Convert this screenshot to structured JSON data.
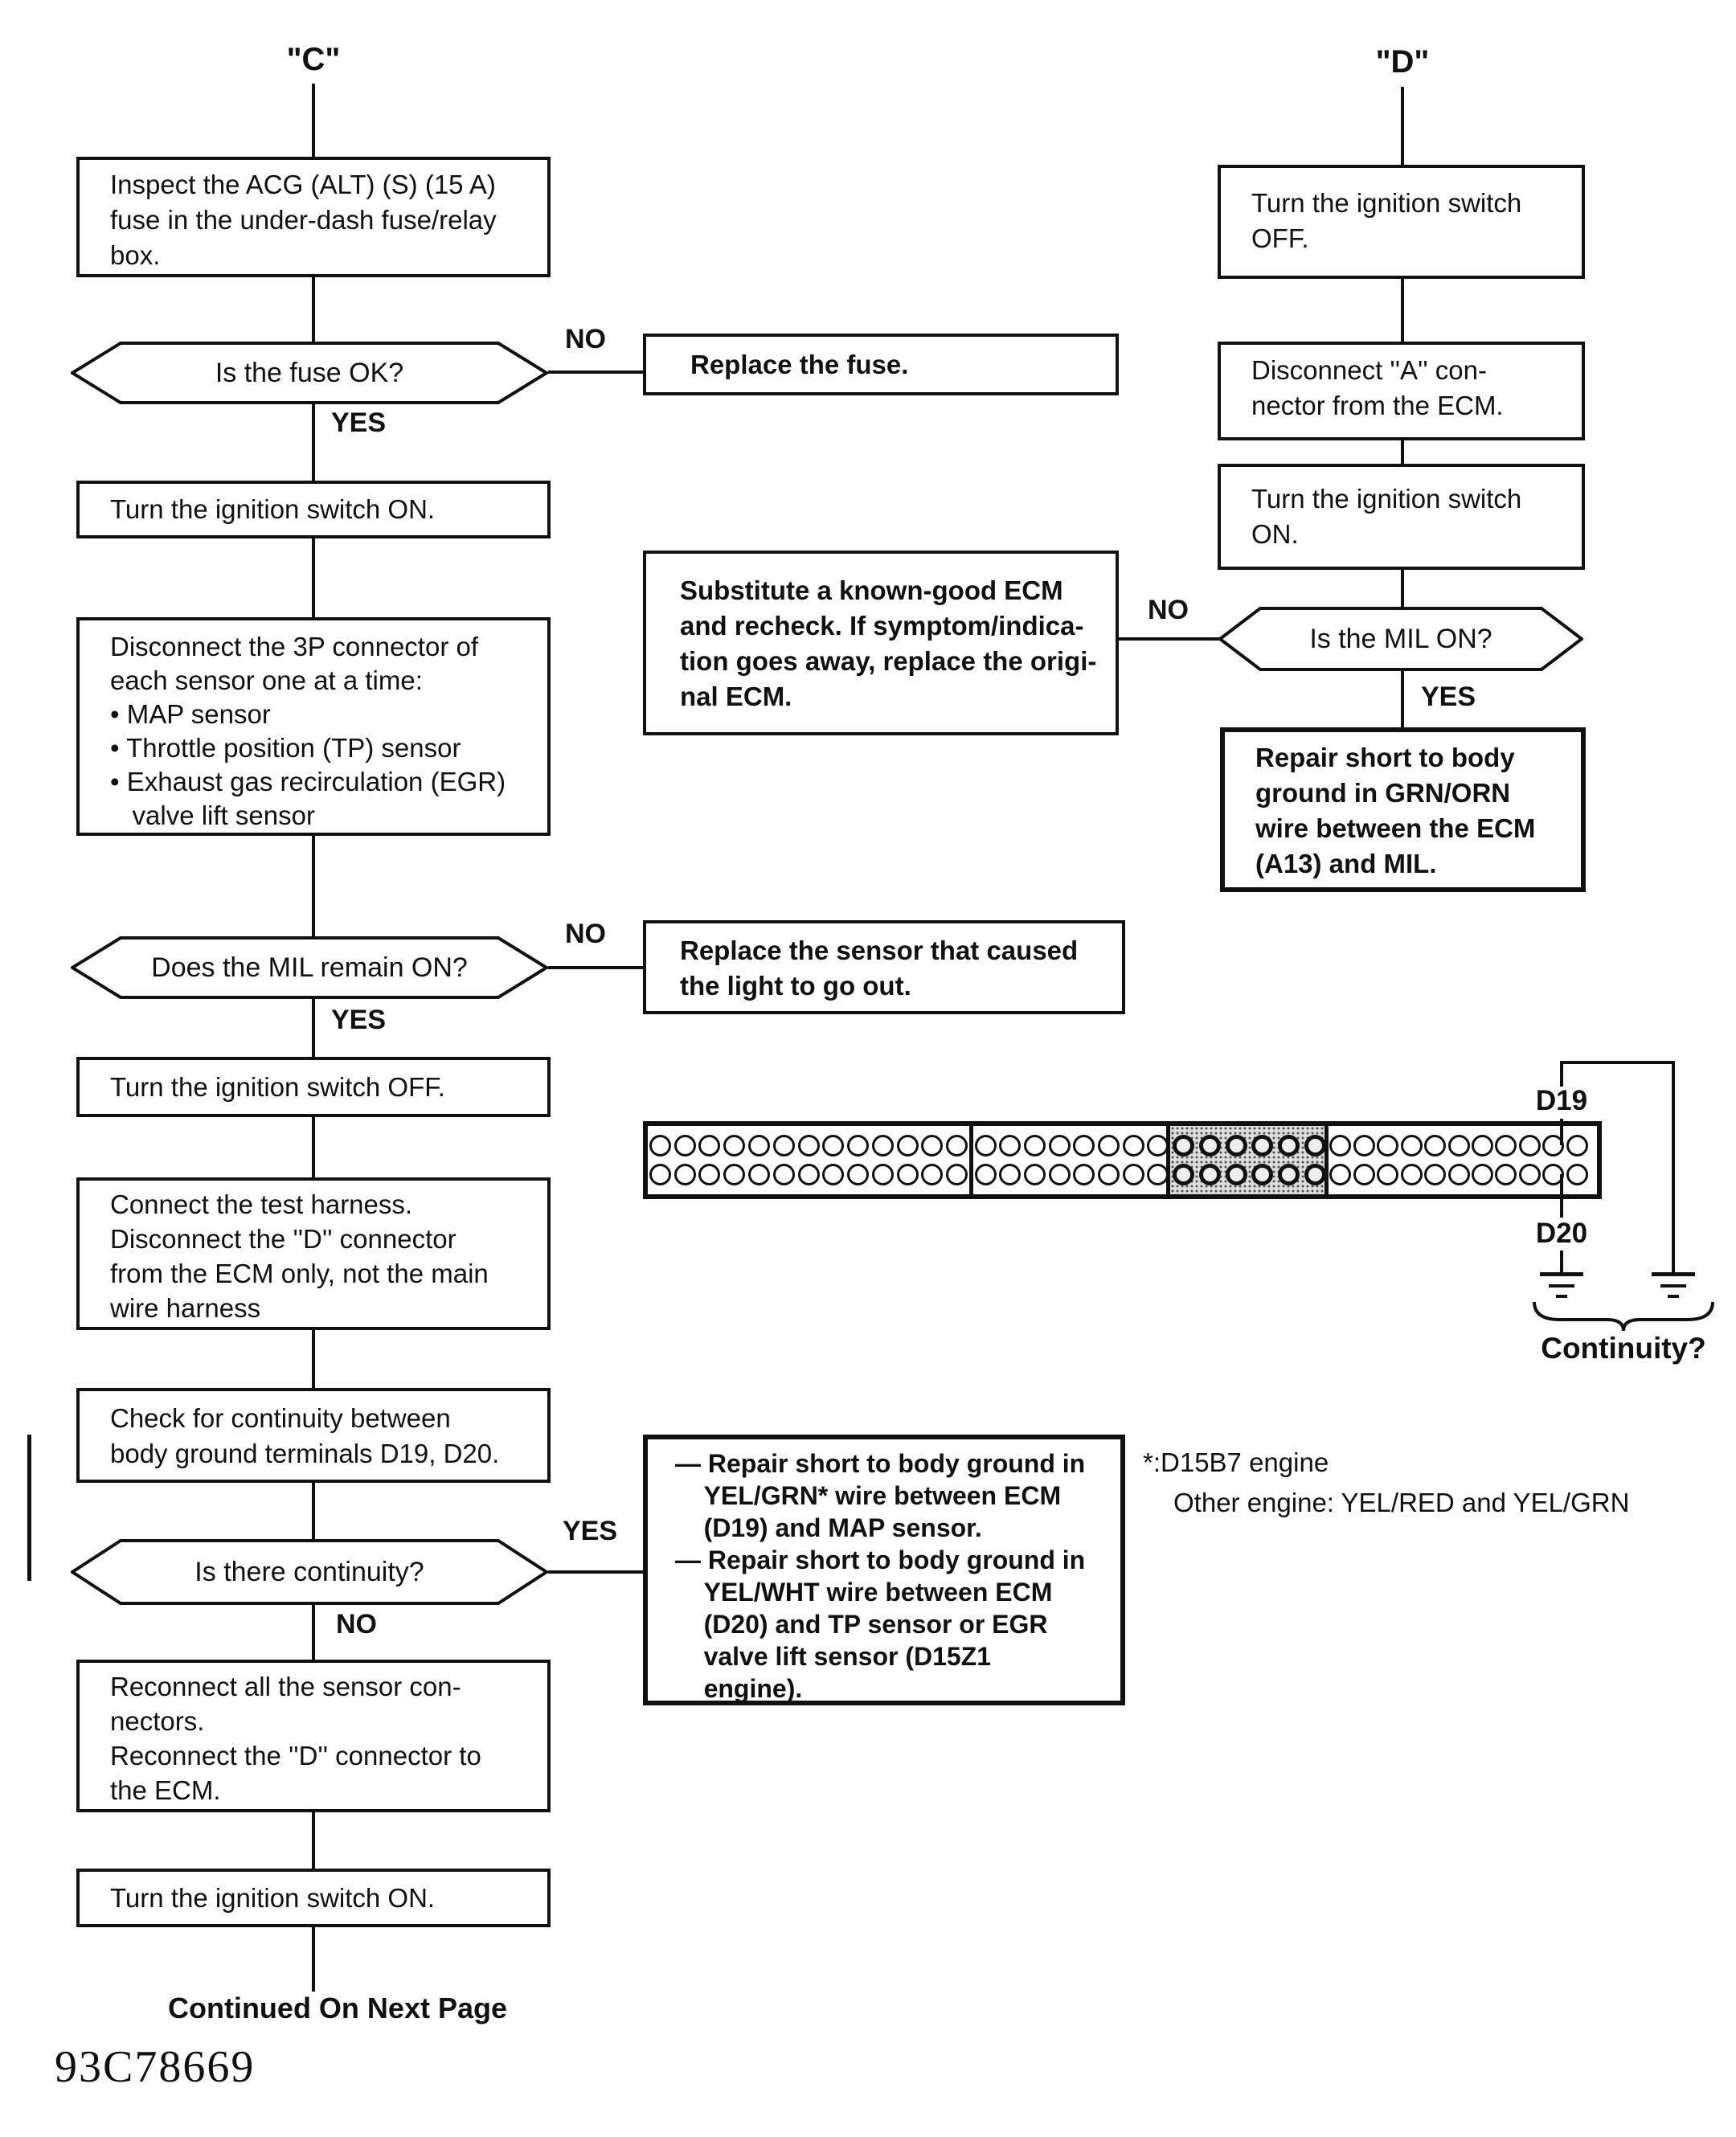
{
  "labels": {
    "c": "ʺCʺ",
    "d": "ʺDʺ",
    "yes": "YES",
    "no": "NO"
  },
  "left_flow": {
    "inspect_fuse": {
      "lines": [
        "Inspect the ACG (ALT) (S) (15 A)",
        "fuse in the under-dash fuse/relay",
        "box."
      ]
    },
    "fuse_ok": "Is the fuse OK?",
    "replace_fuse": "Replace the fuse.",
    "ignition_on_a": "Turn the ignition switch ON.",
    "disconnect_3p": {
      "lines": [
        "Disconnect the 3P connector of",
        "each sensor one at a time:",
        "• MAP sensor",
        "• Throttle position (TP) sensor",
        "• Exhaust gas recirculation (EGR)",
        "   valve lift sensor"
      ]
    },
    "mil_remain": "Does the MIL remain ON?",
    "replace_sensor": {
      "lines": [
        "Replace the sensor that caused",
        "the light to go out."
      ]
    },
    "ignition_off": "Turn the ignition switch OFF.",
    "connect_harness": {
      "lines": [
        "Connect the test harness.",
        "Disconnect the ''D'' connector",
        "from the ECM only, not the main",
        "wire harness"
      ]
    },
    "check_continuity": {
      "lines": [
        "Check for continuity between",
        "body ground terminals D19, D20."
      ]
    },
    "continuity_q": "Is there continuity?",
    "repair_yel": {
      "lines": [
        "— Repair short to body ground in",
        "    YEL/GRN* wire between ECM",
        "    (D19) and MAP sensor.",
        "— Repair short to body ground in",
        "    YEL/WHT wire between ECM",
        "    (D20) and TP sensor or EGR",
        "    valve lift sensor (D15Z1",
        "    engine)."
      ]
    },
    "reconnect": {
      "lines": [
        "Reconnect all the sensor con-",
        "nectors.",
        "Reconnect the ''D'' connector to",
        "the ECM."
      ]
    },
    "ignition_on_b": "Turn the ignition switch ON."
  },
  "right_flow": {
    "ignition_off": {
      "lines": [
        "Turn the ignition switch",
        "OFF."
      ]
    },
    "disconnect_a": {
      "lines": [
        "Disconnect ''A'' con-",
        "nector from the ECM."
      ]
    },
    "ignition_on": {
      "lines": [
        "Turn the ignition switch",
        "ON."
      ]
    },
    "mil_on": "Is the MIL ON?",
    "substitute_ecm": {
      "lines": [
        "Substitute a known-good ECM",
        "and recheck. If symptom/indica-",
        "tion goes away, replace the origi-",
        "nal ECM."
      ]
    },
    "repair_grn_orn": {
      "lines": [
        "Repair short to body",
        "ground in GRN/ORN",
        "wire between the ECM",
        "(A13) and MIL."
      ]
    }
  },
  "connector": {
    "d19": "D19",
    "d20": "D20",
    "continuity": "Continuity?",
    "segments": [
      {
        "pins": 13,
        "shaded": false
      },
      {
        "pins": 8,
        "shaded": false
      },
      {
        "pins": 6,
        "shaded": true
      },
      {
        "pins": 11,
        "shaded": false
      }
    ]
  },
  "note": {
    "line1": "*:D15B7 engine",
    "line2": "Other engine: YEL/RED and YEL/GRN"
  },
  "footer": {
    "continued": "Continued On Next Page",
    "figure_code": "93C78669"
  }
}
